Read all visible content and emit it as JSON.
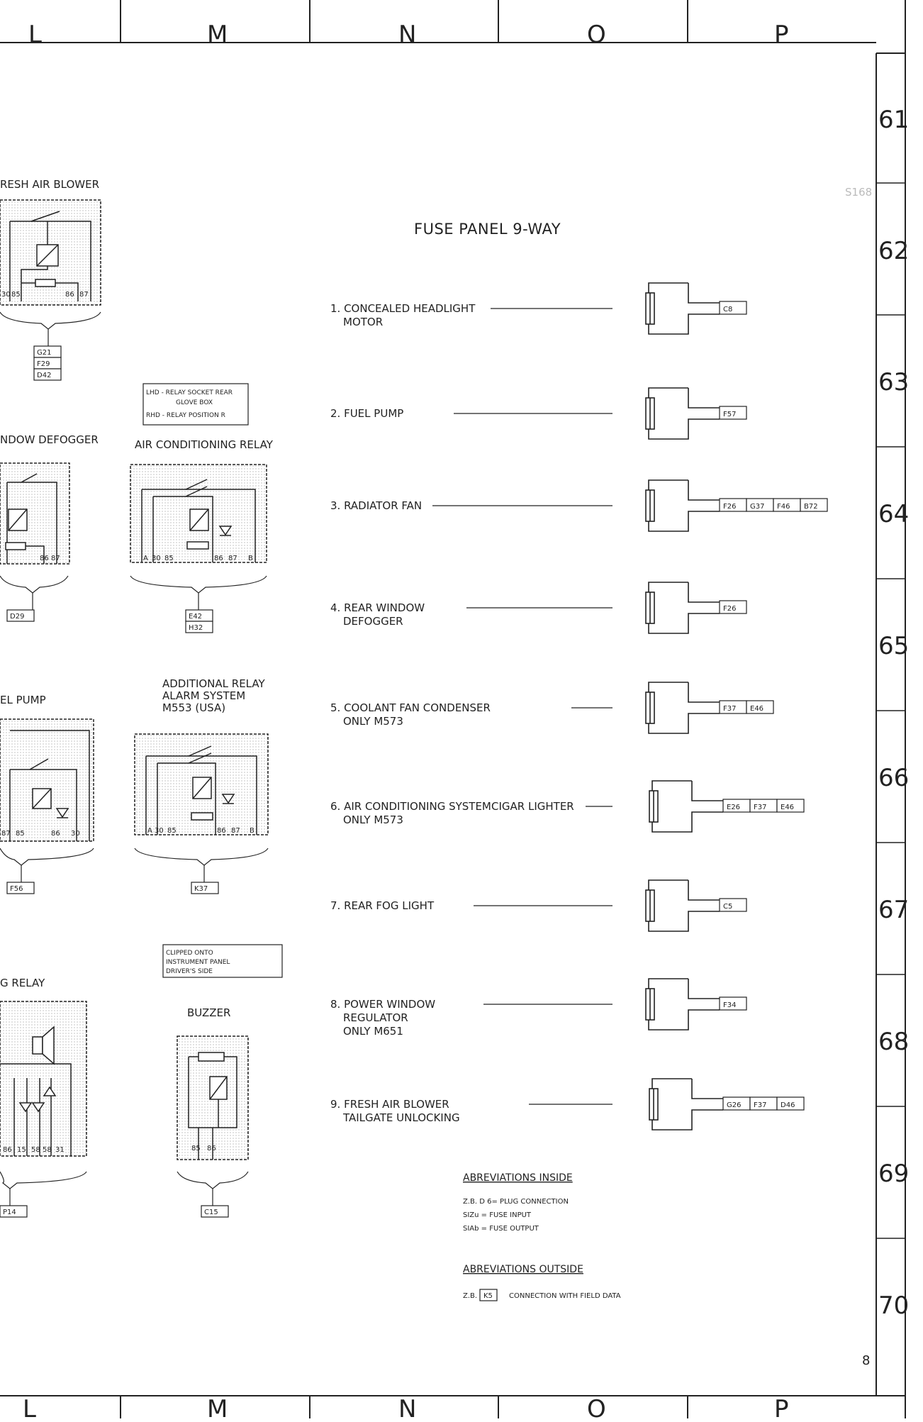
{
  "sheet": {
    "columns": [
      "L",
      "M",
      "N",
      "O",
      "P"
    ],
    "rows": [
      "61",
      "62",
      "63",
      "64",
      "65",
      "66",
      "67",
      "68",
      "69",
      "70"
    ],
    "page_number": "8",
    "stamp": "S168"
  },
  "fuse_panel": {
    "title": "FUSE PANEL 9-WAY",
    "items": [
      {
        "lines": [
          "1. CONCEALED HEADLIGHT",
          "MOTOR"
        ],
        "codes": [
          "C8"
        ]
      },
      {
        "lines": [
          "2. FUEL PUMP"
        ],
        "codes": [
          "F57"
        ]
      },
      {
        "lines": [
          "3. RADIATOR FAN"
        ],
        "codes": [
          "F26",
          "G37",
          "F46",
          "B72"
        ]
      },
      {
        "lines": [
          "4. REAR WINDOW",
          "DEFOGGER"
        ],
        "codes": [
          "F26"
        ]
      },
      {
        "lines": [
          "5. COOLANT FAN CONDENSER",
          "ONLY M573"
        ],
        "codes": [
          "F37",
          "E46"
        ]
      },
      {
        "lines": [
          "6. AIR CONDITIONING SYSTEM",
          "ONLY M573"
        ],
        "extra": "CIGAR LIGHTER",
        "codes": [
          "E26",
          "F37",
          "E46"
        ]
      },
      {
        "lines": [
          "7. REAR FOG LIGHT"
        ],
        "codes": [
          "C5"
        ]
      },
      {
        "lines": [
          "8. POWER WINDOW",
          "REGULATOR",
          "ONLY M651"
        ],
        "codes": [
          "F34"
        ]
      },
      {
        "lines": [
          "9. FRESH AIR BLOWER",
          "TAILGATE UNLOCKING"
        ],
        "codes": [
          "G26",
          "F37",
          "D46"
        ]
      }
    ]
  },
  "relays": {
    "fresh_air_blower": {
      "title": "RESH AIR BLOWER",
      "terminals": [
        "30",
        "85",
        "86",
        "87"
      ],
      "codes": [
        "G21",
        "F29",
        "D42"
      ]
    },
    "window_defogger": {
      "title": "NDOW DEFOGGER",
      "terminals": [
        "86",
        "87"
      ],
      "codes": [
        "D29"
      ]
    },
    "air_conditioning": {
      "title": "AIR CONDITIONING RELAY",
      "terminals": [
        "A",
        "30",
        "85",
        "86",
        "87",
        "B"
      ],
      "codes": [
        "E42",
        "H32"
      ]
    },
    "location_note": [
      "LHD - RELAY SOCKET REAR",
      "GLOVE BOX",
      "RHD - RELAY POSITION R"
    ],
    "fuel_pump": {
      "title": "EL PUMP",
      "terminals": [
        "87",
        "85",
        "86",
        "30"
      ],
      "codes": [
        "F56"
      ]
    },
    "alarm": {
      "title": [
        "ADDITIONAL RELAY",
        "ALARM SYSTEM",
        "M553  (USA)"
      ],
      "terminals": [
        "A",
        "30",
        "85",
        "86",
        "87",
        "B"
      ],
      "codes": [
        "K37"
      ]
    },
    "clipped_note": [
      "CLIPPED ONTO",
      "INSTRUMENT PANEL",
      "DRIVER'S SIDE"
    ],
    "warning": {
      "title": "G RELAY",
      "terminals": [
        "86",
        "15",
        "58",
        "58",
        "31"
      ],
      "codes": [
        "P14"
      ]
    },
    "buzzer": {
      "title": "BUZZER",
      "terminals": [
        "85",
        "86"
      ],
      "codes": [
        "C15"
      ]
    }
  },
  "abbreviations": {
    "inside_title": "ABREVIATIONS INSIDE",
    "inside": [
      "Z.B. D 6=  PLUG CONNECTION",
      "SIZu   =  FUSE INPUT",
      "SIAb   =  FUSE OUTPUT"
    ],
    "outside_title": "ABREVIATIONS OUTSIDE",
    "outside_prefix": "Z.B.",
    "outside_code": "K5",
    "outside_text": "CONNECTION WITH FIELD DATA"
  }
}
